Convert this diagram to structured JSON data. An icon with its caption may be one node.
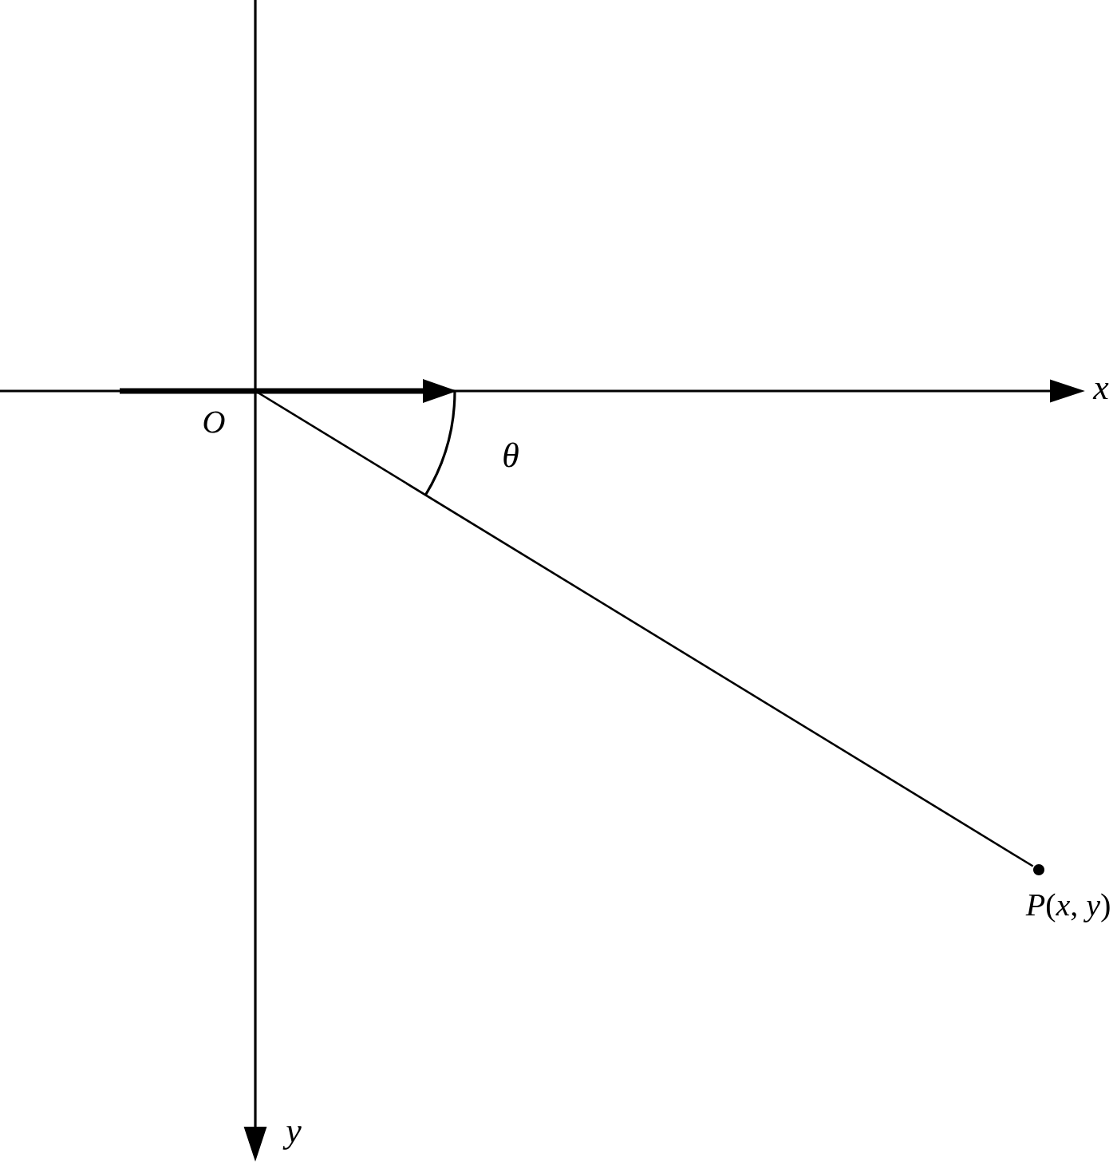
{
  "diagram": {
    "nodes": [
      {
        "text": [
          "O"
        ]
      },
      {
        "text": [],
        "shape": "circle",
        "beside": [
          "*P*(*x*, *y*)"
        ]
      }
    ],
    "edges": [
      {
        "from": 0,
        "to": 1,
        "arrow": "none"
      }
    ],
    "labels": [
      "x",
      "θ",
      "y"
    ]
  }
}
